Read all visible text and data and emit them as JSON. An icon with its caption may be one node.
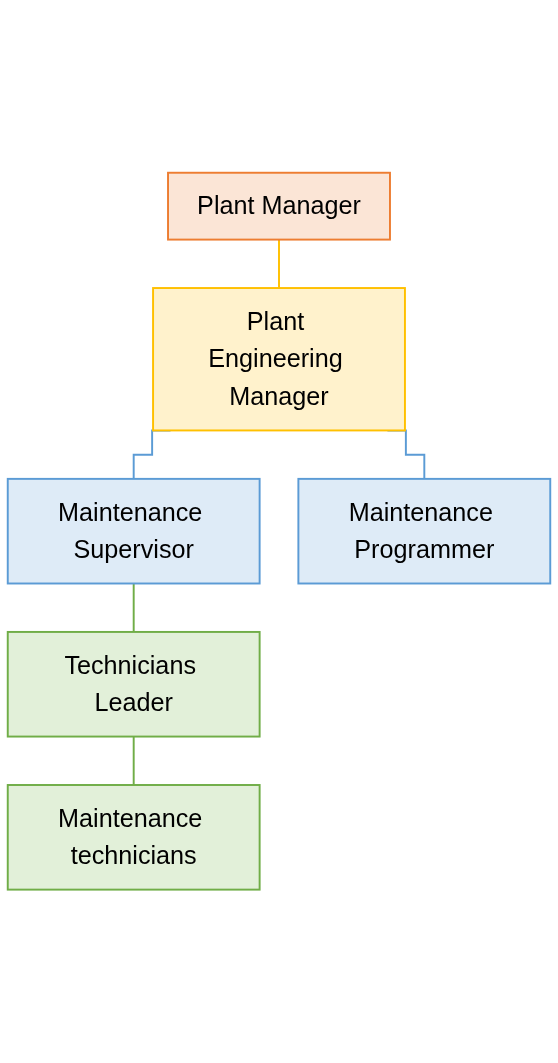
{
  "diagram": {
    "nodes": [
      {
        "text": [
          "Plant Manager"
        ]
      },
      {
        "text": [
          "Plant Engineering Manager"
        ]
      },
      {
        "text": [
          "Maintenance Supervisor"
        ]
      },
      {
        "text": [
          "Maintenance Programmer"
        ]
      },
      {
        "text": [
          "Technicians Leader"
        ]
      },
      {
        "text": [
          "Maintenance technicians"
        ]
      }
    ],
    "edges": [
      {
        "from": 0,
        "to": 1,
        "arrow": "none",
        "color": "#ffc000"
      },
      {
        "from": 1,
        "to": 2,
        "arrow": "none",
        "color": "#5b9bd5"
      },
      {
        "from": 1,
        "to": 3,
        "arrow": "none",
        "color": "#5b9bd5"
      },
      {
        "from": 2,
        "to": 4,
        "arrow": "none",
        "color": "#70ad47"
      },
      {
        "from": 4,
        "to": 5,
        "arrow": "none",
        "color": "#70ad47"
      }
    ]
  }
}
